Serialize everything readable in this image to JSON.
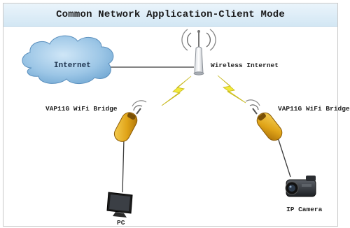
{
  "title": "Common Network Application-Client Mode",
  "nodes": {
    "internet": "Internet",
    "wireless_internet": "Wireless Internet",
    "bridge_left": "VAP11G WiFi Bridge",
    "bridge_right": "VAP11G WiFi Bridge",
    "pc": "PC",
    "camera": "IP Camera"
  },
  "colors": {
    "cloud_fill": "#9cc6e6",
    "bridge_body": "#e0a418",
    "lightning": "#f2ea3a",
    "lines": "#3a3a3a"
  }
}
